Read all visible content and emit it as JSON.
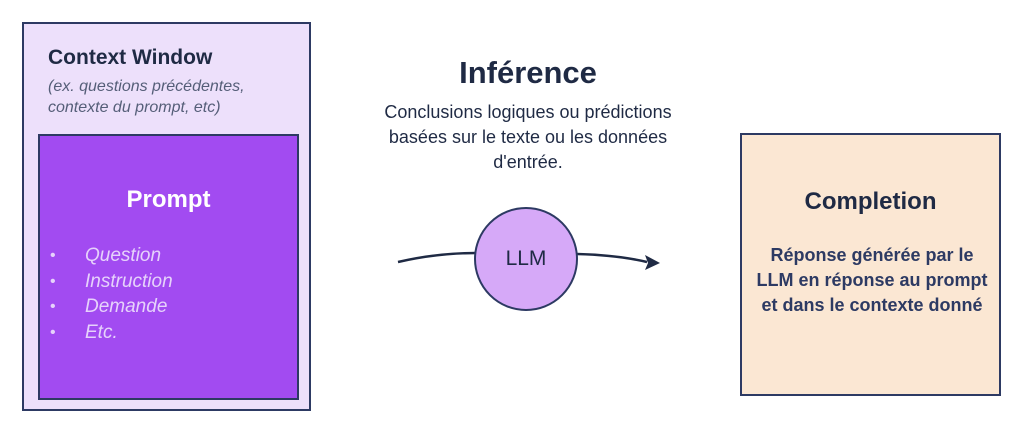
{
  "context_window": {
    "title": "Context Window",
    "subtitle": "(ex. questions précédentes, contexte du prompt, etc)"
  },
  "prompt": {
    "title": "Prompt",
    "items": [
      "Question",
      "Instruction",
      "Demande",
      "Etc."
    ],
    "bullet": "•"
  },
  "inference": {
    "title": "Inférence",
    "description": "Conclusions logiques ou prédictions basées sur le texte ou les données d'entrée."
  },
  "llm": {
    "label": "LLM"
  },
  "completion": {
    "title": "Completion",
    "description": "Réponse générée par le LLM en réponse au prompt et dans le contexte donné"
  },
  "colors": {
    "context_bg": "#ede0fb",
    "prompt_bg": "#a24bf1",
    "llm_bg": "#d6a9f8",
    "completion_bg": "#fbe7d3",
    "border": "#2d3a63",
    "text_dark": "#1f2a44"
  }
}
